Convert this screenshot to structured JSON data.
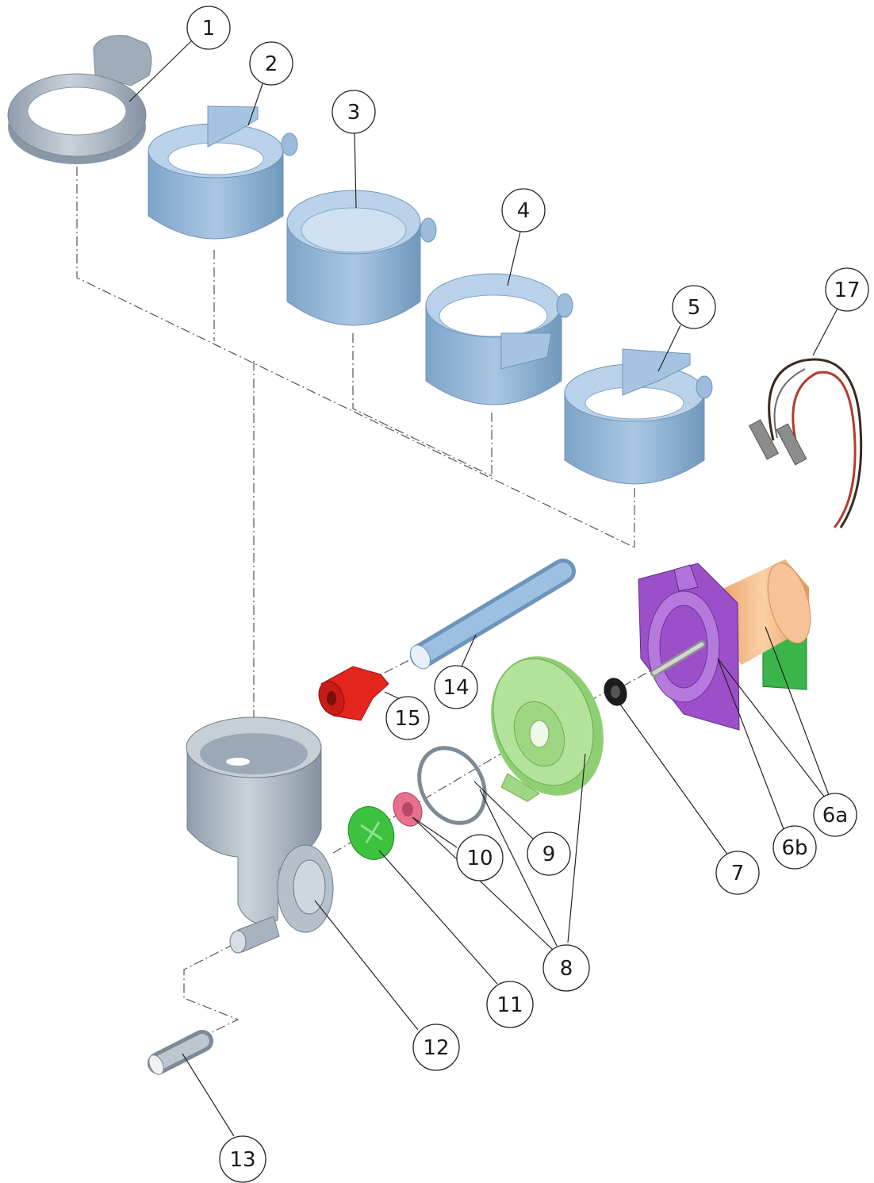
{
  "callouts": {
    "c1": "1",
    "c2": "2",
    "c3": "3",
    "c4": "4",
    "c5": "5",
    "c6a": "6a",
    "c6b": "6b",
    "c7": "7",
    "c8": "8",
    "c9": "9",
    "c10": "10",
    "c11": "11",
    "c12": "12",
    "c13": "13",
    "c14": "14",
    "c15": "15",
    "c17": "17"
  },
  "colors": {
    "metal": "#a9b6c2",
    "blue_part": "#8db1d3",
    "green_light": "#a7df8c",
    "green_dark": "#3cc23c",
    "pink": "#e7708c",
    "red": "#e3251e",
    "purple": "#9b50c9",
    "coil": "#f3b784",
    "wire_dark": "#3b2a20",
    "wire_red": "#b43a2d"
  }
}
